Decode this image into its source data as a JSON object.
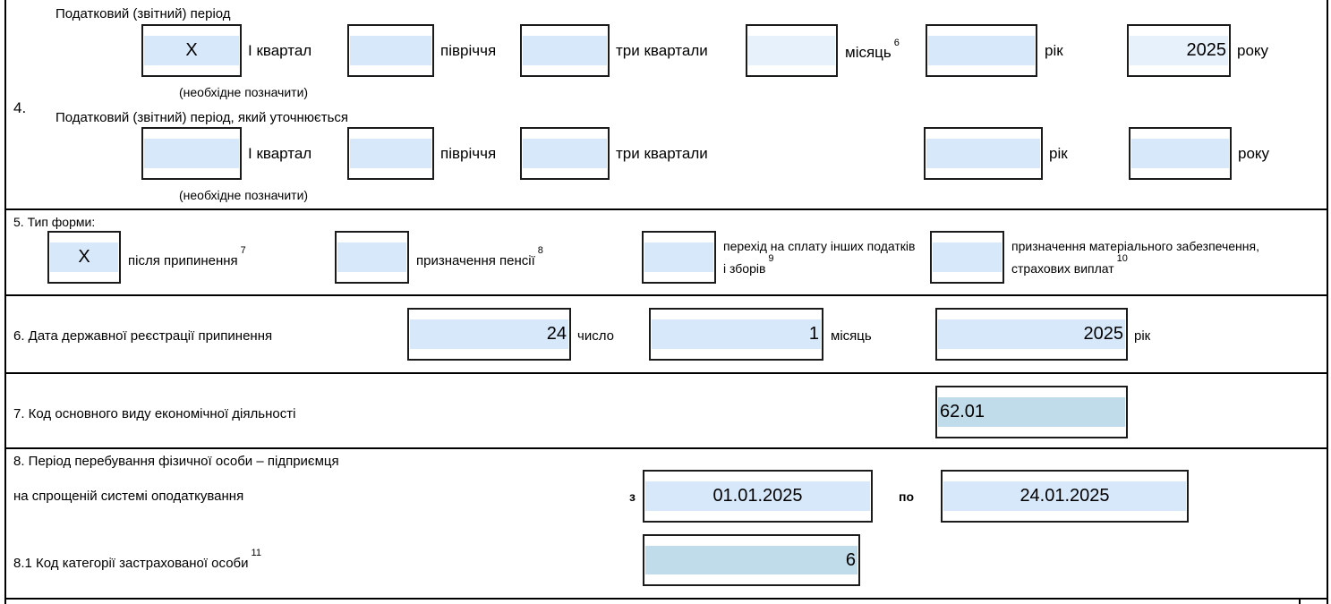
{
  "section4": {
    "number": "4.",
    "period_title": "Податковий (звітний) період",
    "clarified_title": "Податковий (звітний) період, який уточнюється",
    "required_note": "(необхідне позначити)",
    "labels": {
      "q1": "І квартал",
      "half": "півріччя",
      "q3": "три квартали",
      "month": "місяць",
      "month_sup": "6",
      "year": "рік",
      "of_year": "року"
    },
    "period_values": {
      "q1": "Х",
      "half": "",
      "q3": "",
      "month": "",
      "year": "",
      "year_number": "2025"
    },
    "clarified_values": {
      "q1": "",
      "half": "",
      "q3": "",
      "year": "",
      "year_number": ""
    }
  },
  "section5": {
    "title": "5. Тип форми:",
    "options": [
      {
        "mark": "Х",
        "label_line1": "після припинення",
        "label_line2": "",
        "sup": "7"
      },
      {
        "mark": "",
        "label_line1": "призначення пенсії",
        "label_line2": "",
        "sup": "8"
      },
      {
        "mark": "",
        "label_line1": "перехід на сплату інших податків",
        "label_line2": "і зборів",
        "sup": "9"
      },
      {
        "mark": "",
        "label_line1": "призначення матеріального забезпечення,",
        "label_line2": "страхових виплат",
        "sup": "10"
      }
    ]
  },
  "section6": {
    "label": "6. Дата державної реєстрації припинення",
    "day": "24",
    "day_label": "число",
    "month": "1",
    "month_label": "місяць",
    "year": "2025",
    "year_label": "рік"
  },
  "section7": {
    "label": "7. Код основного виду економічної діяльності",
    "code": "62.01"
  },
  "section8": {
    "label_line1": "8. Період перебування фізичної особи – підприємця",
    "label_line2": "на спрощеній системі оподаткування",
    "from_label": "з",
    "from_value": "01.01.2025",
    "to_label": "по",
    "to_value": "24.01.2025"
  },
  "section8_1": {
    "label": "8.1 Код категорії застрахованої особи",
    "sup": "11",
    "value": "6"
  },
  "colors": {
    "field_fill": "#d7e8fb",
    "field_fill_light": "#e7f1fc",
    "code_fill": "#c0dcea",
    "border": "#1b1b1b"
  }
}
